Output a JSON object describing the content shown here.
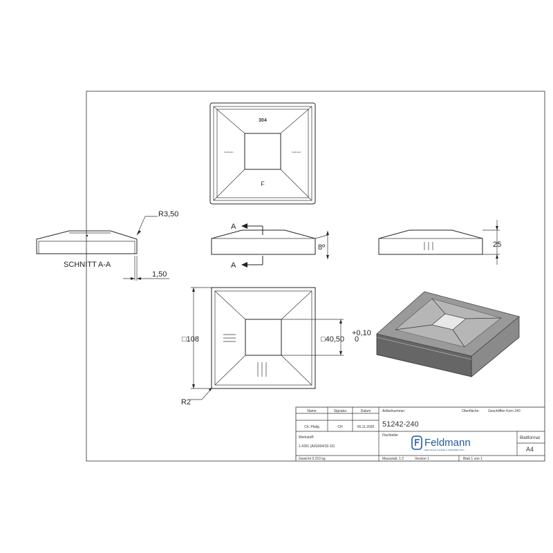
{
  "drawing": {
    "top_view_marks": {
      "material": "304",
      "letter": "F",
      "left_stamp": "Feldmann",
      "right_stamp": "Feldmann"
    },
    "dimensions": {
      "radius_edge": "R3,50",
      "section_label": "SCHNITT A-A",
      "thickness": "1,50",
      "section_arrow": "A",
      "angle": "8º",
      "height": "25",
      "outer_size": "□108",
      "inner_size": "□40,50",
      "tol_upper": "+0,10",
      "tol_lower": "0",
      "corner_radius": "R2"
    }
  },
  "title_block": {
    "headers": {
      "name": "Name",
      "signature": "Signatur",
      "date": "Datum",
      "article_no": "Artikelnummer",
      "surface": "Oberfläche:",
      "surface_value": "Geschliffen Korn 240"
    },
    "drawn_by": {
      "name": "Ch. Pfalig",
      "signature": "CH",
      "date": "06.11.2020"
    },
    "article_number": "51242-240",
    "description_label": "Flachteller",
    "material_label": "Werkstoff:",
    "material_value": "1.4301 (AISI304/18-10)",
    "weight": "Gewicht 0.210 kg",
    "scale": "Massstab: 1:2",
    "version": "Version 1",
    "sheet": "Blatt 1 von 1",
    "sheet_format_label": "Blattformat",
    "sheet_format": "A4",
    "logo": {
      "brand": "Feldmann",
      "tagline": "EDELSTAHL-HANDEL & VERARBEITUNG",
      "color": "#1f5a9a"
    }
  }
}
